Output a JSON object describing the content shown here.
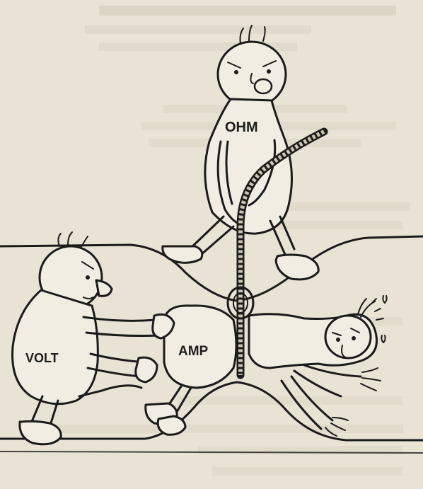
{
  "characters": {
    "ohm": {
      "label": "OHM"
    },
    "volt": {
      "label": "VOLT"
    },
    "amp": {
      "label": "AMP"
    }
  },
  "colors": {
    "paper": "#e9e3d6",
    "ink": "#1b1b1b",
    "figure_fill": "#f1ede3"
  }
}
